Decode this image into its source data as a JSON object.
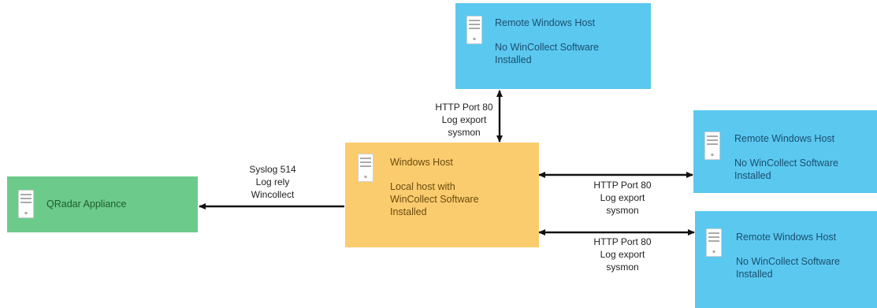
{
  "colors": {
    "qradar_fill": "#6ccb8a",
    "qradar_text": "#1f5a31",
    "windows_host_fill": "#fbcc6e",
    "windows_host_text": "#6b4a10",
    "remote_fill": "#5bc8f0",
    "remote_text": "#1a4f6e",
    "edge": "#111111"
  },
  "nodes": {
    "qradar": {
      "title": "QRadar Appliance",
      "icon": "server-icon"
    },
    "windows_host": {
      "title": "Windows Host",
      "description_lines": [
        "Local host with",
        "WinCollect Software",
        "Installed"
      ],
      "icon": "server-icon"
    },
    "remote_top": {
      "title": "Remote Windows Host",
      "description_lines": [
        "No WinCollect Software",
        "Installed"
      ],
      "icon": "server-icon"
    },
    "remote_mid": {
      "title": "Remote Windows Host",
      "description_lines": [
        "No WinCollect Software",
        "Installed"
      ],
      "icon": "server-icon"
    },
    "remote_bottom": {
      "title": "Remote Windows Host",
      "description_lines": [
        "No WinCollect Software",
        "Installed"
      ],
      "icon": "server-icon"
    }
  },
  "edges": {
    "syslog": {
      "lines": [
        "Syslog 514",
        "Log rely",
        "Wincollect"
      ]
    },
    "top": {
      "lines": [
        "HTTP Port 80",
        "Log export",
        "sysmon"
      ]
    },
    "mid": {
      "lines": [
        "HTTP Port 80",
        "Log export",
        "sysmon"
      ]
    },
    "bottom": {
      "lines": [
        "HTTP Port 80",
        "Log export",
        "sysmon"
      ]
    }
  }
}
